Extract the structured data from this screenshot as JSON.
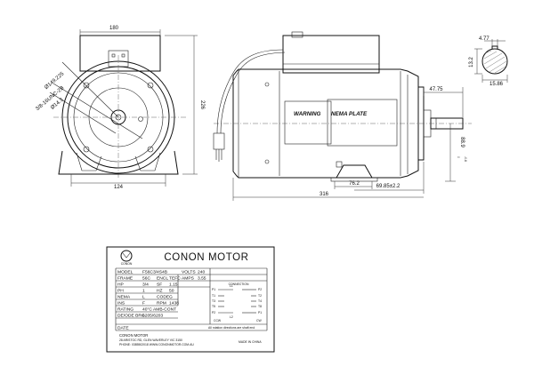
{
  "front_view": {
    "dim_width": "180",
    "dim_height": "226",
    "dim_base": "124",
    "dim_bolt_circle": "Ø149.225",
    "dim_thread": "3/8-16UNC-2B",
    "dim_shaft": "Ø14.3"
  },
  "side_view": {
    "warning_label": "WARNING",
    "nema_plate_label": "NEMA PLATE",
    "dim_shaft_length": "47.75",
    "dim_length": "316",
    "dim_foot": "76.2",
    "dim_foot_offset": "69.85±2.2",
    "dim_center_height": "88.9",
    "dim_center_height_tol": "-0.8",
    "dim_center_height_tol_plus": "0"
  },
  "key_view": {
    "dim_key": "4.77",
    "dim_shaft": "13.2",
    "dim_depth": "15.86"
  },
  "nameplate": {
    "logo_text": "CONON",
    "brand": "CONON  MOTOR",
    "rows": [
      {
        "c1": "MODEL",
        "v1": "F56C3/4S4B",
        "c2": "VOLTS",
        "v2": "240"
      },
      {
        "c1": "FRAME",
        "v1": "56C",
        "c2": "ENCL",
        "v2": "TEFC",
        "c3": "AMPS",
        "v3": "3.55"
      },
      {
        "c1": "HP",
        "v1": "3/4",
        "c2": "SF",
        "v2": "1.15"
      },
      {
        "c1": "PH",
        "v1": "1",
        "c2": "HZ",
        "v2": "50"
      },
      {
        "c1": "NEMA",
        "v1": "L",
        "c2": "CODE",
        "v2": "G"
      },
      {
        "c1": "INS",
        "v1": "F",
        "c2": "RPM",
        "v2": "1438"
      },
      {
        "c1": "RATING",
        "v1": "40°C  AMB-CONT"
      },
      {
        "c1": "DE/ODE BRG",
        "v1": "6205/6203"
      },
      {
        "c1": "DATE",
        "v1": ""
      }
    ],
    "connection_title": "CONNECTION",
    "ccw": "CCW",
    "cw": "CW",
    "wiring_labels": [
      "P1",
      "P2",
      "T1",
      "T2",
      "T3",
      "T4",
      "T5",
      "T8",
      "L1",
      "L2"
    ],
    "rotation_note": "All rotation directions are shaft end",
    "company": "CONON MOTOR",
    "address": "28 ARISTOC RD, GLEN WAVERLEY  VIC  3150",
    "phone": "PHONE: 0385502018  WWW.CONONMOTOR.COM.AU",
    "made_in": "MADE IN CHINA"
  }
}
